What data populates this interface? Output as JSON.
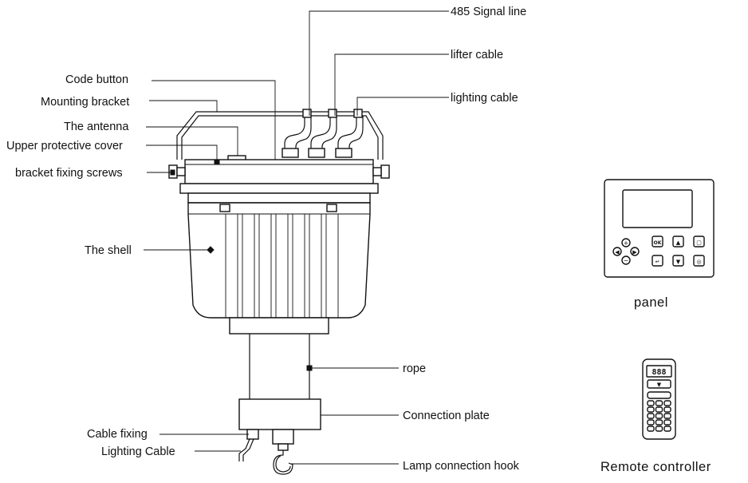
{
  "labels": {
    "signal_line": "485  Signal line",
    "lifter_cable": "lifter cable",
    "lighting_cable": "lighting cable",
    "code_button": "Code button",
    "mounting_bracket": "Mounting bracket",
    "antenna": "The antenna",
    "upper_cover": "Upper protective cover",
    "bracket_screws": "bracket fixing screws",
    "shell": "The shell",
    "rope": "rope",
    "connection_plate": "Connection plate",
    "cable_fixing": "Cable fixing",
    "lighting_cable_bottom": "Lighting Cable",
    "hook": "Lamp connection hook",
    "panel": "panel",
    "remote": "Remote controller"
  },
  "panel_device": {
    "button_glyphs": [
      "OK",
      "▲",
      "▢",
      "↵",
      "▼",
      "◎"
    ]
  },
  "remote_device": {
    "display_text": "888",
    "arrow_glyph": "▼"
  }
}
